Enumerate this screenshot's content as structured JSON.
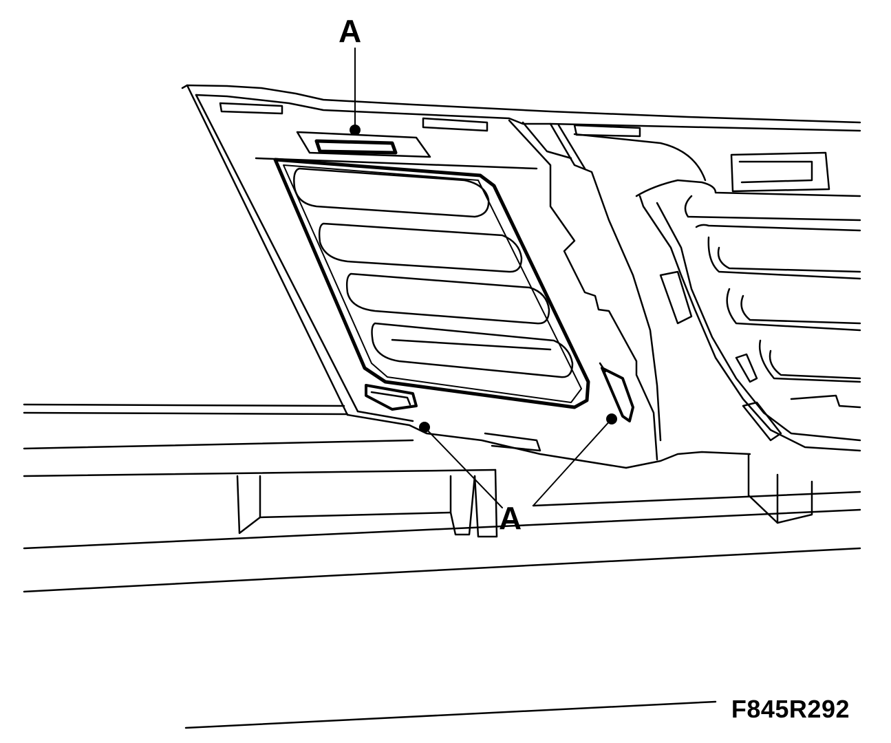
{
  "callouts": {
    "top_label": "A",
    "bottom_label": "A"
  },
  "figure": {
    "code": "F845R292"
  },
  "colors": {
    "line": "#000000",
    "background": "#ffffff"
  }
}
